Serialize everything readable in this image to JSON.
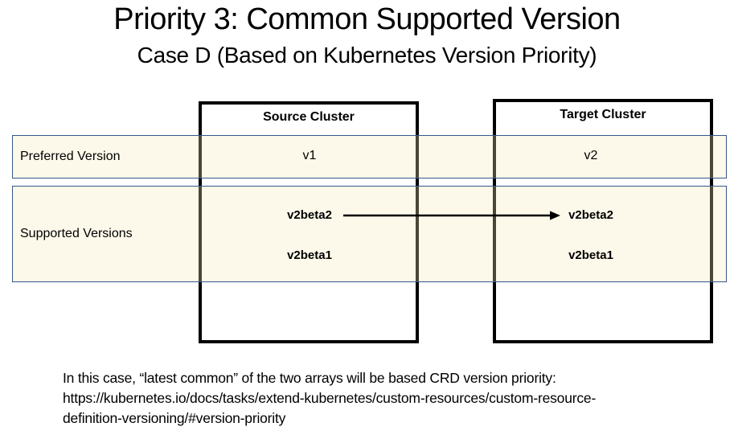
{
  "slide": {
    "title": "Priority 3: Common Supported Version",
    "subtitle": "Case D (Based on Kubernetes Version Priority)"
  },
  "table": {
    "source_header": "Source Cluster",
    "target_header": "Target Cluster",
    "preferred_row": {
      "label": "Preferred Version",
      "source": "v1",
      "target": "v2"
    },
    "supported_row": {
      "label": "Supported Versions",
      "source": [
        "v2beta2",
        "v2beta1"
      ],
      "target": [
        "v2beta2",
        "v2beta1"
      ]
    },
    "arrow": {
      "from": "source v2beta2",
      "to": "target v2beta2",
      "color": "#000000"
    }
  },
  "colors": {
    "background": "#FFFFFF",
    "row_band_fill": "#FDF8EA",
    "row_band_border": "#35578B",
    "cluster_box_border": "#000000",
    "text": "#000000"
  },
  "footer": {
    "line1": "In this case, “latest common” of the two arrays will be based CRD version priority:",
    "line2": "https://kubernetes.io/docs/tasks/extend-kubernetes/custom-resources/custom-resource-",
    "line3": "definition-versioning/#version-priority"
  }
}
